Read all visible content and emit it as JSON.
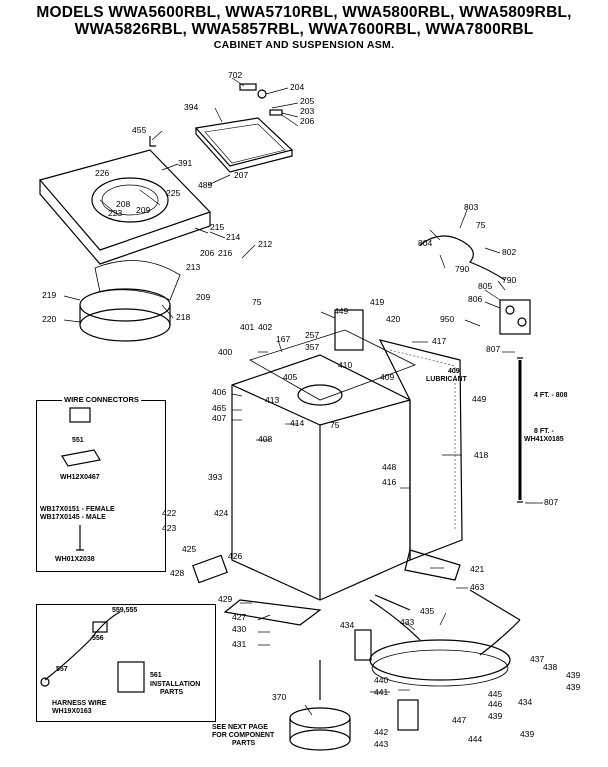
{
  "title": {
    "line1": "MODELS WWA5600RBL, WWA5710RBL, WWA5800RBL, WWA5809RBL,",
    "line2": "WWA5826RBL, WWA5857RBL, WWA7600RBL, WWA7800RBL",
    "line3": "CABINET AND SUSPENSION ASM."
  },
  "wire_connectors": {
    "title": "WIRE CONNECTORS",
    "part_551": "551",
    "part_wh12x0467": "WH12X0467",
    "female": "WB17X0151 - FEMALE",
    "male": "WB17X0145 - MALE",
    "part_wh01x2038": "WH01X2038"
  },
  "harness": {
    "harness_label": "HARNESS WIRE",
    "harness_part": "WH19X0163",
    "install_label1": "INSTALLATION",
    "install_label2": "PARTS",
    "p556": "556",
    "p557": "557",
    "p561": "561",
    "p559": "559,555"
  },
  "notes": {
    "lubricant": "LUBRICANT",
    "lube_num": "409",
    "hose_4ft": "4 FT. - 808",
    "hose_8ft1": "8 FT. -",
    "hose_8ft2": "WH41X0185",
    "see_next1": "SEE NEXT PAGE",
    "see_next2": "FOR COMPONENT",
    "see_next3": "PARTS"
  },
  "part_labels": [
    "702",
    "204",
    "205",
    "203",
    "206",
    "394",
    "455",
    "391",
    "489",
    "207",
    "226",
    "225",
    "223",
    "209",
    "208",
    "215",
    "214",
    "212",
    "216",
    "206",
    "213",
    "75",
    "209",
    "219",
    "220",
    "218",
    "804",
    "803",
    "75",
    "790",
    "802",
    "790",
    "805",
    "806",
    "950",
    "807",
    "449",
    "419",
    "420",
    "417",
    "401",
    "400",
    "402",
    "167",
    "257",
    "357",
    "410",
    "409",
    "405",
    "413",
    "406",
    "465",
    "407",
    "408",
    "414",
    "75",
    "448",
    "416",
    "418",
    "449",
    "393",
    "422",
    "424",
    "423",
    "425",
    "426",
    "428",
    "421",
    "463",
    "807",
    "429",
    "427",
    "430",
    "431",
    "435",
    "433",
    "434",
    "437",
    "438",
    "439",
    "439",
    "440",
    "441",
    "445",
    "446",
    "439",
    "447",
    "442",
    "443",
    "444",
    "370",
    "434",
    "439"
  ]
}
